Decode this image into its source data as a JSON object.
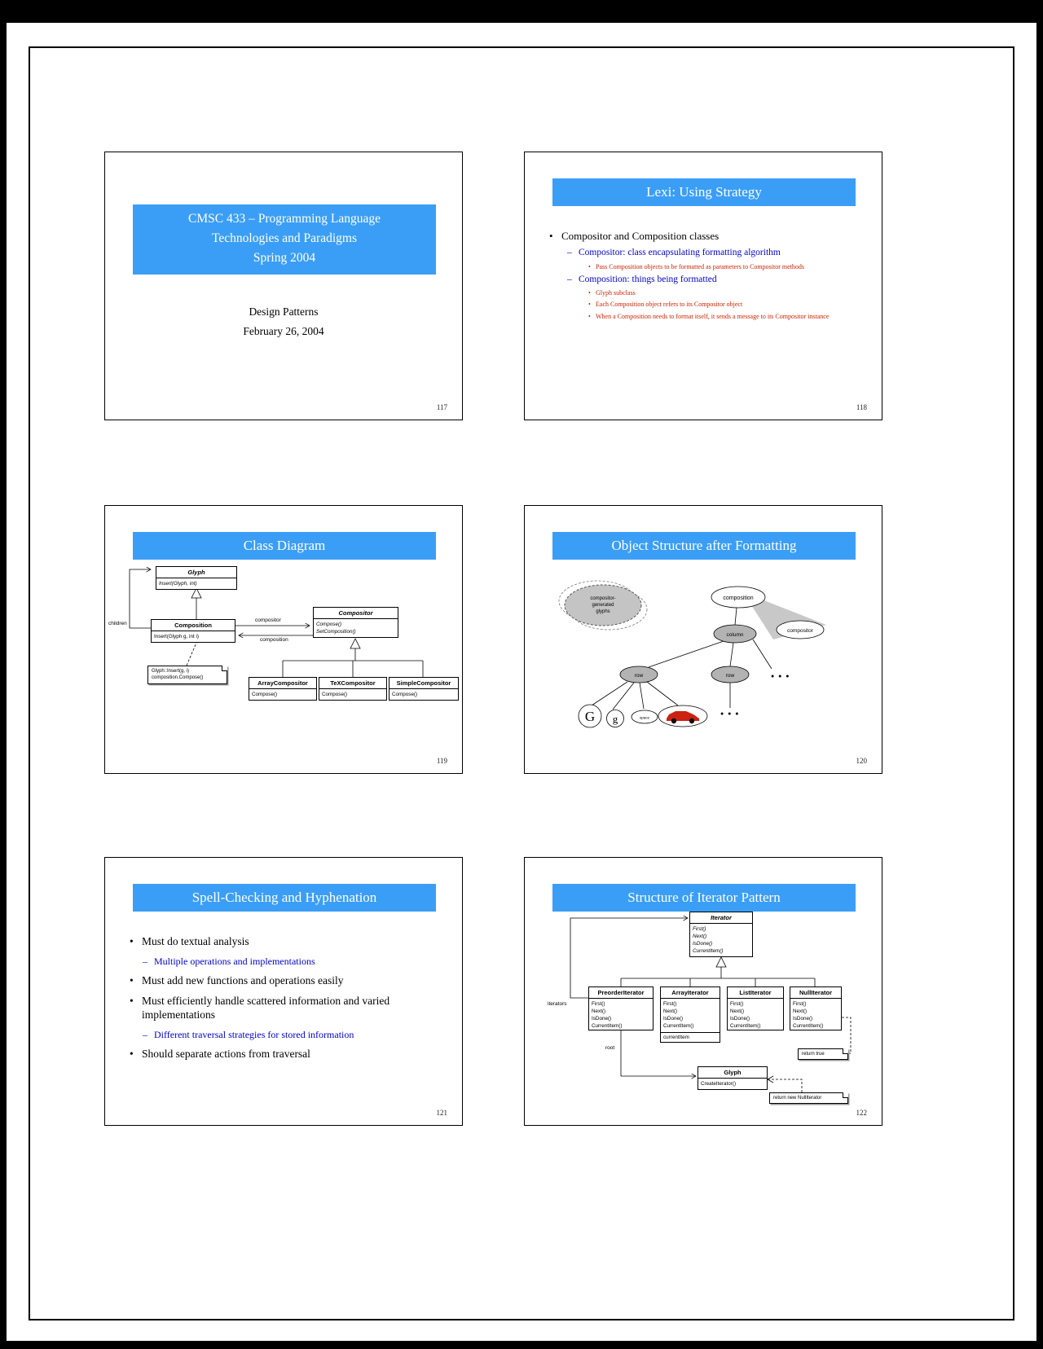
{
  "colors": {
    "accent": "#3B9EF6",
    "blue-text": "#0000CC",
    "red-text": "#CC2200",
    "gray-fill": "#B3B3B3"
  },
  "slide1": {
    "banner_lines": [
      "CMSC 433 – Programming Language",
      "Technologies and Paradigms",
      "Spring 2004"
    ],
    "subtitle": "Design Patterns",
    "date": "February 26, 2004",
    "page_number": "117"
  },
  "slide2": {
    "title": "Lexi: Using Strategy",
    "items": [
      {
        "level": 1,
        "text": "Compositor and Composition classes"
      },
      {
        "level": 2,
        "text": "Compositor: class encapsulating formatting algorithm"
      },
      {
        "level": 3,
        "text": "Pass Composition objects to be formatted as parameters to Compositor methods"
      },
      {
        "level": 2,
        "text": "Composition: things being formatted"
      },
      {
        "level": 3,
        "text": "Glyph subclass"
      },
      {
        "level": 3,
        "text": "Each Composition object refers to its Compositor object"
      },
      {
        "level": 3,
        "text": "When a Composition needs to format itself, it sends a message to its Compositor instance"
      }
    ],
    "page_number": "118"
  },
  "slide3": {
    "title": "Class Diagram",
    "classes": {
      "glyph": {
        "name": "Glyph",
        "methods": [
          "Insert(Glyph, int)"
        ]
      },
      "composition": {
        "name": "Composition",
        "methods": [
          "Insert(Glyph g, int i)"
        ]
      },
      "compositor": {
        "name": "Compositor",
        "methods": [
          "Compose()",
          "SetComposition()"
        ]
      },
      "array_compositor": {
        "name": "ArrayCompositor",
        "methods": [
          "Compose()"
        ]
      },
      "tex_compositor": {
        "name": "TeXCompositor",
        "methods": [
          "Compose()"
        ]
      },
      "simple_compositor": {
        "name": "SimpleCompositor",
        "methods": [
          "Compose()"
        ]
      }
    },
    "labels": {
      "children": "children",
      "compositor": "compositor",
      "composition": "composition"
    },
    "note_lines": [
      "Glyph::Insert(g, i)",
      "composition.Compose()"
    ],
    "page_number": "119"
  },
  "slide4": {
    "title": "Object Structure after Formatting",
    "nodes": {
      "generated_lines": [
        "compositor-",
        "generated",
        "glyphs"
      ],
      "composition": "composition",
      "compositor": "compositor",
      "column": "column",
      "row_left": "row",
      "row_right": "row",
      "glyph_G": "G",
      "glyph_g": "g",
      "space": "space"
    },
    "ellipsis": "● ● ●",
    "page_number": "120"
  },
  "slide5": {
    "title": "Spell-Checking and Hyphenation",
    "items": [
      {
        "level": 1,
        "text": "Must do textual analysis"
      },
      {
        "level": 2,
        "text": "Multiple operations and implementations"
      },
      {
        "level": 1,
        "text": "Must add new functions and operations easily"
      },
      {
        "level": 1,
        "text": "Must efficiently handle scattered information and varied implementations"
      },
      {
        "level": 2,
        "text": "Different traversal strategies for stored information"
      },
      {
        "level": 1,
        "text": "Should separate actions from traversal"
      }
    ],
    "page_number": "121"
  },
  "slide6": {
    "title": "Structure of Iterator Pattern",
    "classes": {
      "iterator": {
        "name": "Iterator",
        "methods": [
          "First()",
          "Next()",
          "IsDone()",
          "CurrentItem()"
        ]
      },
      "preorder_iterator": {
        "name": "PreorderIterator",
        "methods": [
          "First()",
          "Next()",
          "IsDone()",
          "CurrentItem()"
        ]
      },
      "array_iterator": {
        "name": "ArrayIterator",
        "methods": [
          "First()",
          "Next()",
          "IsDone()",
          "CurrentItem()"
        ],
        "attributes": [
          "currentItem"
        ]
      },
      "list_iterator": {
        "name": "ListIterator",
        "methods": [
          "First()",
          "Next()",
          "IsDone()",
          "CurrentItem()"
        ]
      },
      "null_iterator": {
        "name": "NullIterator",
        "methods": [
          "First()",
          "Next()",
          "IsDone()",
          "CurrentItem()"
        ]
      },
      "glyph": {
        "name": "Glyph",
        "methods": [
          "CreateIterator()"
        ]
      }
    },
    "labels": {
      "iterators": "iterators",
      "root": "root"
    },
    "notes": {
      "return_true": "return true",
      "return_new_null": "return new NullIterator"
    },
    "page_number": "122"
  }
}
